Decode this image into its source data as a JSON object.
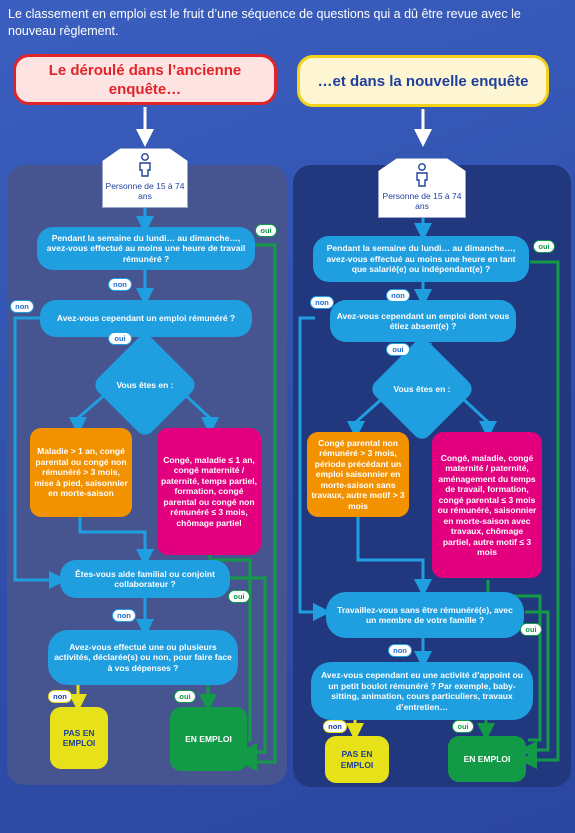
{
  "intro_text": "Le classement en emploi est le fruit d’une séquence de questions qui a dû être revue avec le nouveau règlement.",
  "left": {
    "header": "Le déroulé dans l’ancienne enquête…",
    "person": "Personne de 15 à 74 ans",
    "q1": "Pendant la semaine du lundi… au dimanche…, avez-vous effectué au moins une heure de travail rémunéré ?",
    "q2": "Avez-vous cependant un emploi rémunéré ?",
    "decision": "Vous êtes en :",
    "box_orange": "Maladie > 1 an, congé parental ou congé non rémunéré > 3 mois, mise à pied, saisonnier en morte-saison",
    "box_pink": "Congé, maladie ≤ 1 an, congé maternité / paternité, temps partiel, formation, congé parental ou congé non rémunéré ≤ 3 mois, chômage partiel",
    "q3": "Êtes-vous aide familial ou conjoint collaborateur ?",
    "q4": "Avez-vous effectué une ou plusieurs activités, déclarée(s) ou non, pour faire face à vos dépenses ?",
    "result_no": "PAS EN EMPLOI",
    "result_yes": "EN EMPLOI"
  },
  "right": {
    "header": "…et dans la nouvelle enquête",
    "person": "Personne de 15 à 74 ans",
    "q1": "Pendant la semaine du lundi… au dimanche…, avez-vous effectué au moins une heure en tant que salarié(e) ou indépendant(e) ?",
    "q2": "Avez-vous cependant un emploi dont vous étiez absent(e) ?",
    "decision": "Vous êtes en :",
    "box_orange": "Congé parental non rémunéré > 3 mois, période précédant un emploi saisonnier en morte-saison sans travaux, autre motif > 3 mois",
    "box_pink": "Congé, maladie, congé maternité / paternité, aménagement du temps de travail, formation, congé parental ≤ 3 mois ou rémunéré, saisonnier en morte-saison avec travaux, chômage partiel, autre motif ≤ 3 mois",
    "q3": "Travaillez-vous sans être rémunéré(e), avec un membre de votre famille ?",
    "q4": "Avez-vous cependant eu une activité d’appoint ou un petit boulot rémunéré ? Par exemple, baby-sitting, animation, cours particuliers, travaux d’entretien…",
    "result_no": "PAS EN EMPLOI",
    "result_yes": "EN EMPLOI"
  },
  "tags": {
    "oui": "oui",
    "non": "non"
  },
  "colors": {
    "background": "#3b5fc0",
    "panel_left": "#46558f",
    "panel_right": "#22387e",
    "question_blue": "#1f9ee0",
    "orange": "#f39200",
    "pink": "#e3007f",
    "yellow": "#e7e119",
    "green": "#129a46",
    "red": "#e0252a"
  },
  "icons": [
    "person-icon",
    "arrow-down-icon"
  ]
}
